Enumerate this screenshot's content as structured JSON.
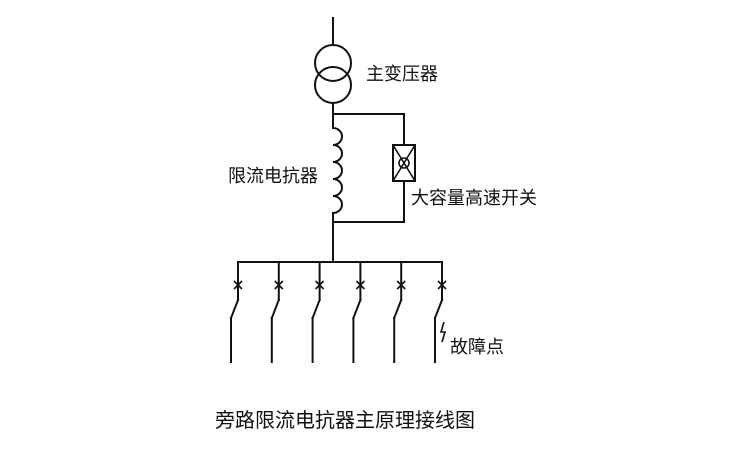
{
  "labels": {
    "transformer": "主变压器",
    "reactor": "限流电抗器",
    "switch": "大容量高速开关",
    "fault": "故障点"
  },
  "caption": "旁路限流电抗器主原理接线图",
  "feeders": [
    {
      "has_fault": false
    },
    {
      "has_fault": false
    },
    {
      "has_fault": false
    },
    {
      "has_fault": false
    },
    {
      "has_fault": false
    },
    {
      "has_fault": true
    }
  ],
  "colors": {
    "line": "#111111",
    "background": "#ffffff"
  }
}
